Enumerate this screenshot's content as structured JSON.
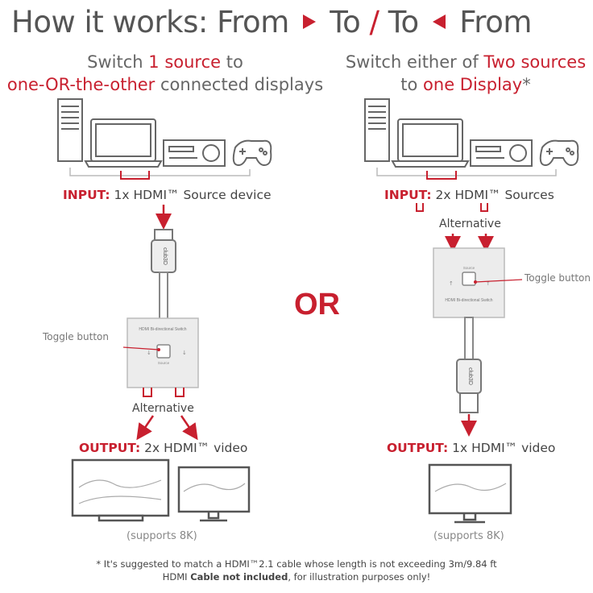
{
  "title": {
    "prefix": "How it works: From",
    "mid": "To",
    "slash": "/",
    "to2": "To",
    "suffix": "From"
  },
  "left": {
    "subtitle_line1": [
      "Switch ",
      "1 source",
      " to"
    ],
    "subtitle_line2": [
      "one-OR-the-other",
      " connected displays"
    ],
    "input_key": "INPUT:",
    "input_text": " 1x HDMI™ Source device",
    "toggle_label": "Toggle button",
    "alternative": "Alternative",
    "output_key": "OUTPUT:",
    "output_text": " 2x HDMI™ video",
    "supports": "(supports 8K)",
    "switch_text": "HDMI Bi-directional Switch",
    "switch_sub": "Source",
    "plug_logo": "club3D"
  },
  "right": {
    "subtitle_line1": [
      "Switch either of ",
      "Two sources"
    ],
    "subtitle_line2": [
      "to ",
      "one Display",
      "*"
    ],
    "input_key": "INPUT:",
    "input_text": " 2x HDMI™ Sources",
    "alternative": "Alternative",
    "toggle_label": "Toggle button",
    "output_key": "OUTPUT:",
    "output_text": " 1x HDMI™ video",
    "supports": "(supports 8K)",
    "switch_text": "HDMI Bi-directional Switch",
    "switch_sub": "Source",
    "plug_logo": "club3D"
  },
  "or_text": "OR",
  "footnote": {
    "line1": "* It's suggested to match a HDMI™2.1 cable whose length is not exceeding 3m/9.84 ft",
    "line2_a": "HDMI ",
    "line2_b": "Cable not included",
    "line2_c": ", for illustration purposes only!"
  },
  "colors": {
    "accent": "#c8202f",
    "text": "#444444",
    "device": "#666666"
  }
}
